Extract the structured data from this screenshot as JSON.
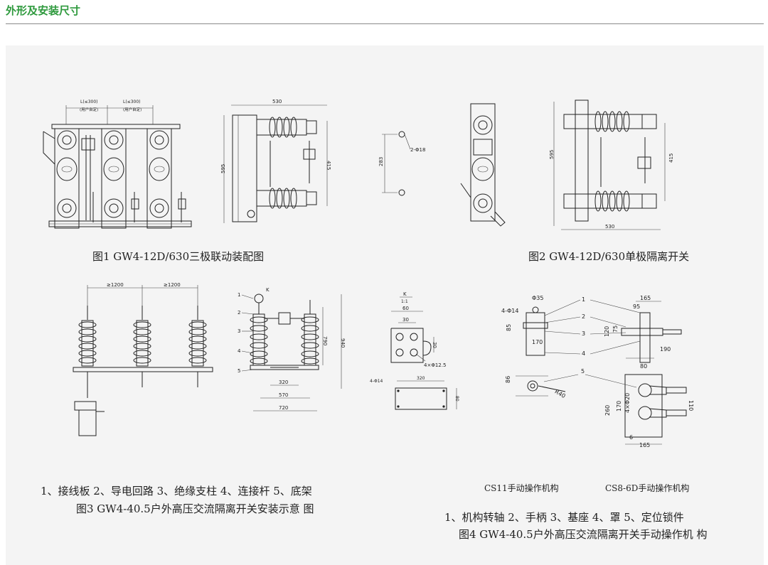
{
  "header": {
    "title": "外形及安装尺寸"
  },
  "fig1": {
    "caption": "图1 GW4-12D/630三极联动装配图",
    "dim_left": "L(≤300)",
    "dim_left_note": "(用户自定)",
    "dim_right": "L(≤300)",
    "dim_right_note": "(用户自定)"
  },
  "fig1b": {
    "width": "530",
    "height": "595",
    "span": "415"
  },
  "hole": {
    "spacing": "283",
    "holes": "2-Φ18"
  },
  "fig2": {
    "caption": "图2 GW4-12D/630单极隔离开关",
    "height": "595",
    "span": "415",
    "width": "530"
  },
  "fig3": {
    "caption_parts": "1、接线板  2、导电回路  3、绝缘支柱  4、连接杆  5、底架",
    "caption": "图3 GW4-40.5户外高压交流隔离开关安装示意  图",
    "dim_a": "≥1200",
    "dim_b": "≥1200",
    "h1": "790",
    "h2": "940",
    "w1": "320",
    "w2": "570",
    "w3": "720",
    "labels": [
      "1",
      "2",
      "3",
      "4",
      "5"
    ],
    "top_mark": "K"
  },
  "plate": {
    "view": "K",
    "scale": "1:1",
    "w": "60",
    "hole_gap": "30",
    "side": "30",
    "holes": "4×Φ12.5"
  },
  "base": {
    "holes": "4-Φ14",
    "w": "320",
    "h": "80"
  },
  "fig4": {
    "caption_a": "CS11手动操作机构",
    "caption_b": "CS8-6D手动操作机构",
    "caption_parts": "1、机构转轴  2、手柄  3、基座  4、罩  5、定位锁件",
    "caption": "图4 GW4-40.5户外高压交流隔离开关手动操作机   构",
    "d35": "Φ35",
    "d14": "4-Φ14",
    "d165": "165",
    "d95": "95",
    "d85": "85",
    "d120": "120",
    "d75": "75",
    "d170": "170",
    "d190": "190",
    "d80": "80",
    "d86": "86",
    "r40": "R40",
    "d260": "260",
    "d170b": "170",
    "d4x20": "4×Φ20",
    "d110": "110",
    "d6": "6",
    "d165b": "165",
    "labels": [
      "1",
      "2",
      "3",
      "4",
      "5"
    ]
  }
}
